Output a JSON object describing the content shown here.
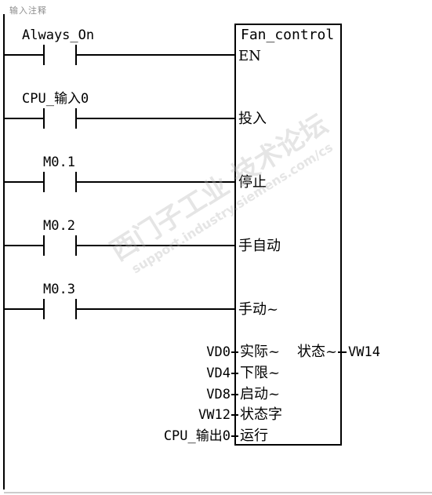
{
  "comment": "输入注释",
  "block": {
    "name": "Fan_control",
    "inputs": [
      "EN",
      "投入",
      "停止",
      "手自动",
      "手动~",
      "实际~",
      "下限~",
      "启动~",
      "状态字",
      "运行"
    ],
    "outputs": [
      "状态~"
    ]
  },
  "contacts": [
    {
      "operand": "Always_On"
    },
    {
      "operand": "CPU_输入0"
    },
    {
      "operand": "M0.1"
    },
    {
      "operand": "M0.2"
    },
    {
      "operand": "M0.3"
    }
  ],
  "params": [
    "VD0",
    "VD4",
    "VD8",
    "VW12",
    "CPU_输出0"
  ],
  "output_params": [
    "VW14"
  ],
  "watermark": {
    "text": "西门子工业  技术论坛",
    "url": "support.industry.siemens.com/cs"
  }
}
